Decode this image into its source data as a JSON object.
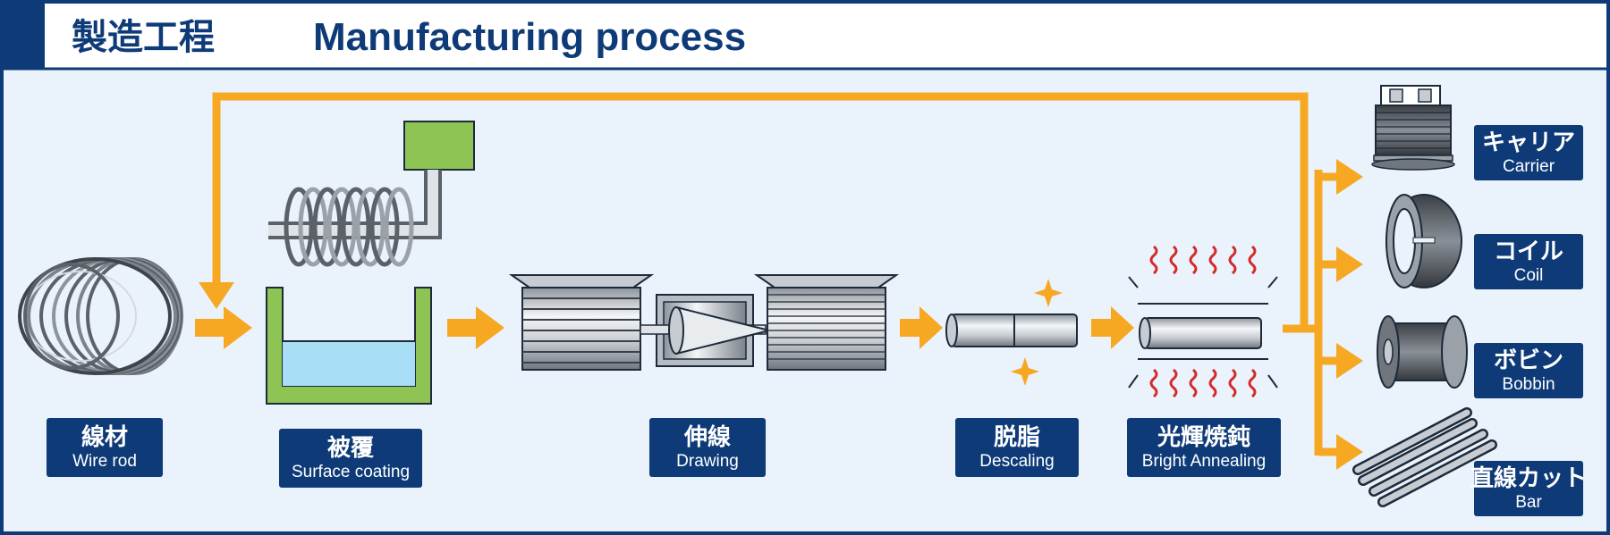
{
  "header": {
    "title_jp": "製造工程",
    "title_en": "Manufacturing  process"
  },
  "steps": [
    {
      "jp": "線材",
      "en": "Wire rod"
    },
    {
      "jp": "被覆",
      "en": "Surface coating"
    },
    {
      "jp": "伸線",
      "en": "Drawing"
    },
    {
      "jp": "脱脂",
      "en": "Descaling"
    },
    {
      "jp": "光輝焼鈍",
      "en": "Bright Annealing"
    }
  ],
  "outputs": [
    {
      "jp": "キャリア",
      "en": "Carrier"
    },
    {
      "jp": "コイル",
      "en": "Coil"
    },
    {
      "jp": "ボビン",
      "en": "Bobbin"
    },
    {
      "jp": "直線カット",
      "en": "Bar"
    }
  ],
  "colors": {
    "navy": "#0e3b78",
    "flow_arrow": "#f7a823",
    "background": "#eaf3fb",
    "coating_bath": "#8dc453",
    "liquid": "#a8def6",
    "heat": "#d42a2a"
  }
}
